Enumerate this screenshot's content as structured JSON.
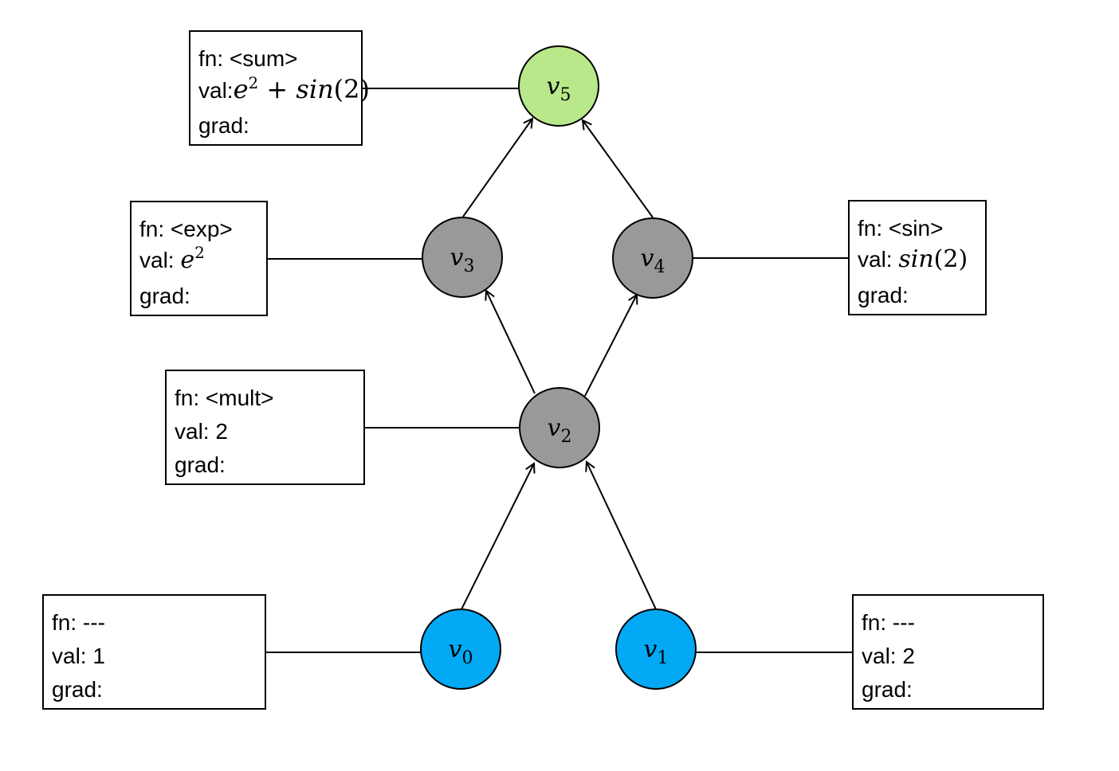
{
  "colors": {
    "input": "#03a9f4",
    "intermediate": "#999999",
    "output": "#b9e88b",
    "stroke": "#000000"
  },
  "labels": {
    "fn_prefix": "fn:",
    "val_prefix": "val:",
    "grad_prefix": "grad:"
  },
  "nodes": [
    {
      "id": "v0",
      "letter": "v",
      "sub": "0",
      "kind": "input",
      "box": {
        "fn": "---",
        "val": "1",
        "grad": ""
      }
    },
    {
      "id": "v1",
      "letter": "v",
      "sub": "1",
      "kind": "input",
      "box": {
        "fn": "---",
        "val": "2",
        "grad": ""
      }
    },
    {
      "id": "v2",
      "letter": "v",
      "sub": "2",
      "kind": "intermediate",
      "box": {
        "fn": "<mult>",
        "val": "2",
        "grad": ""
      }
    },
    {
      "id": "v3",
      "letter": "v",
      "sub": "3",
      "kind": "intermediate",
      "box": {
        "fn": "<exp>",
        "val_base": "e",
        "val_exp": "2",
        "grad": ""
      }
    },
    {
      "id": "v4",
      "letter": "v",
      "sub": "4",
      "kind": "intermediate",
      "box": {
        "fn": "<sin>",
        "val_func": "sin",
        "val_arg": "(2)",
        "grad": ""
      }
    },
    {
      "id": "v5",
      "letter": "v",
      "sub": "5",
      "kind": "output",
      "box": {
        "fn": "<sum>",
        "val_base": "e",
        "val_exp": "2",
        "val_op": "+",
        "val_func": "sin",
        "val_arg": "(2)",
        "grad": ""
      }
    }
  ],
  "edges": [
    {
      "from": "v0",
      "to": "v2"
    },
    {
      "from": "v1",
      "to": "v2"
    },
    {
      "from": "v2",
      "to": "v3"
    },
    {
      "from": "v2",
      "to": "v4"
    },
    {
      "from": "v3",
      "to": "v5"
    },
    {
      "from": "v4",
      "to": "v5"
    }
  ]
}
